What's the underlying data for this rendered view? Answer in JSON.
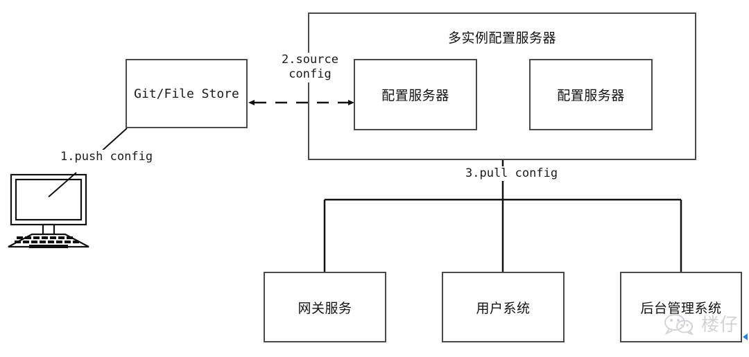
{
  "diagram": {
    "title_visible": false,
    "outer_container": {
      "title": "多实例配置服务器",
      "children": [
        {
          "label": "配置服务器"
        },
        {
          "label": "配置服务器"
        }
      ]
    },
    "source_store": {
      "label": "Git/File Store"
    },
    "client": {
      "icon": "desktop-computer-icon"
    },
    "edges": [
      {
        "id": "e1",
        "label": "1.push config"
      },
      {
        "id": "e2",
        "label_line1": "2.source",
        "label_line2": "config"
      },
      {
        "id": "e3",
        "label": "3.pull config"
      }
    ],
    "services": [
      {
        "label": "网关服务"
      },
      {
        "label": "用户系统"
      },
      {
        "label": "后台管理系统"
      }
    ],
    "watermark": {
      "text": "楼仔",
      "icon": "wechat-icon"
    },
    "colors": {
      "stroke": "#4a4a4a",
      "line": "#111111",
      "text": "#1a1a1a",
      "background": "#ffffff",
      "accent_blue": "#2f7fd0",
      "watermark": "#9aa0a6"
    }
  }
}
